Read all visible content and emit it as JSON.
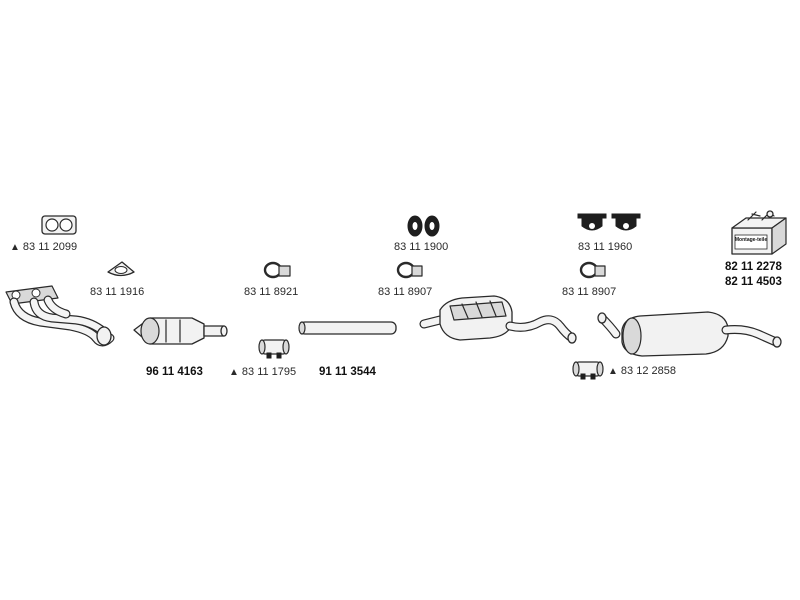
{
  "parts": {
    "gasket_front": "83 11 2099",
    "gasket_ring": "83 11 1916",
    "front_pipe": "",
    "catalytic_converter": "96 11 4163",
    "clamp_cat": "83 11 8921",
    "sleeve_clamp": "83 11 1795",
    "middle_pipe": "91 11 3544",
    "rubber_mount_mid": "83 11 1900",
    "clamp_mid": "83 11 8907",
    "rubber_mount_rear": "83 11 1960",
    "clamp_rear": "83 11 8907",
    "sleeve_clamp_rear": "83 12 2858",
    "mounting_kit_1": "82 11 2278",
    "mounting_kit_2": "82 11 4503",
    "kit_box_label": "Montage-teile"
  },
  "symbols": {
    "triangle": "▲"
  }
}
